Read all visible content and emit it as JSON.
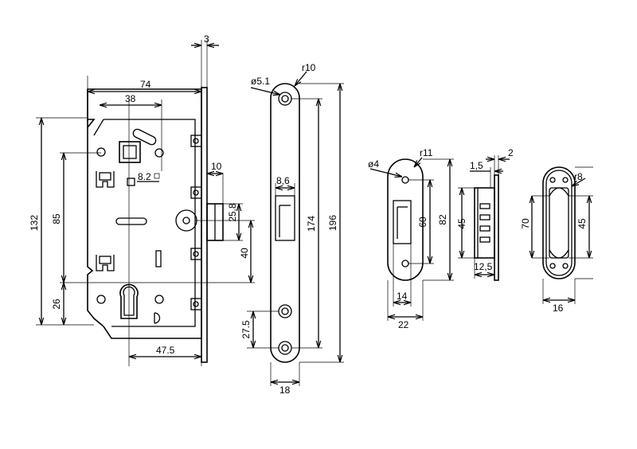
{
  "lock_body": {
    "dims": {
      "plate": "3",
      "width": "74",
      "backset": "38",
      "square": "8.2",
      "latch_depth": "10",
      "latch_h": "25.8",
      "cyl_to_latch": "40",
      "height": "132",
      "handle_to_cyl": "85",
      "cyl_low": "26",
      "cyl_backset": "47.5"
    }
  },
  "faceplate": {
    "dims": {
      "hole_d": "ø5.1",
      "radius": "r10",
      "latch_w": "8,6",
      "hole_spacing": "174",
      "length": "196",
      "bottom_hole": "27.5",
      "width": "18"
    }
  },
  "strike_plate": {
    "dims": {
      "hole_d": "ø4",
      "radius": "r11",
      "hole_spacing": "60",
      "length": "82",
      "inner_w": "14",
      "width": "22"
    }
  },
  "strike_box": {
    "dims": {
      "thickness": "2",
      "offset": "1,5",
      "height": "45",
      "depth": "12,5"
    }
  },
  "cover_plate": {
    "dims": {
      "radius": "r8",
      "length": "70",
      "height": "45",
      "width": "16"
    }
  }
}
